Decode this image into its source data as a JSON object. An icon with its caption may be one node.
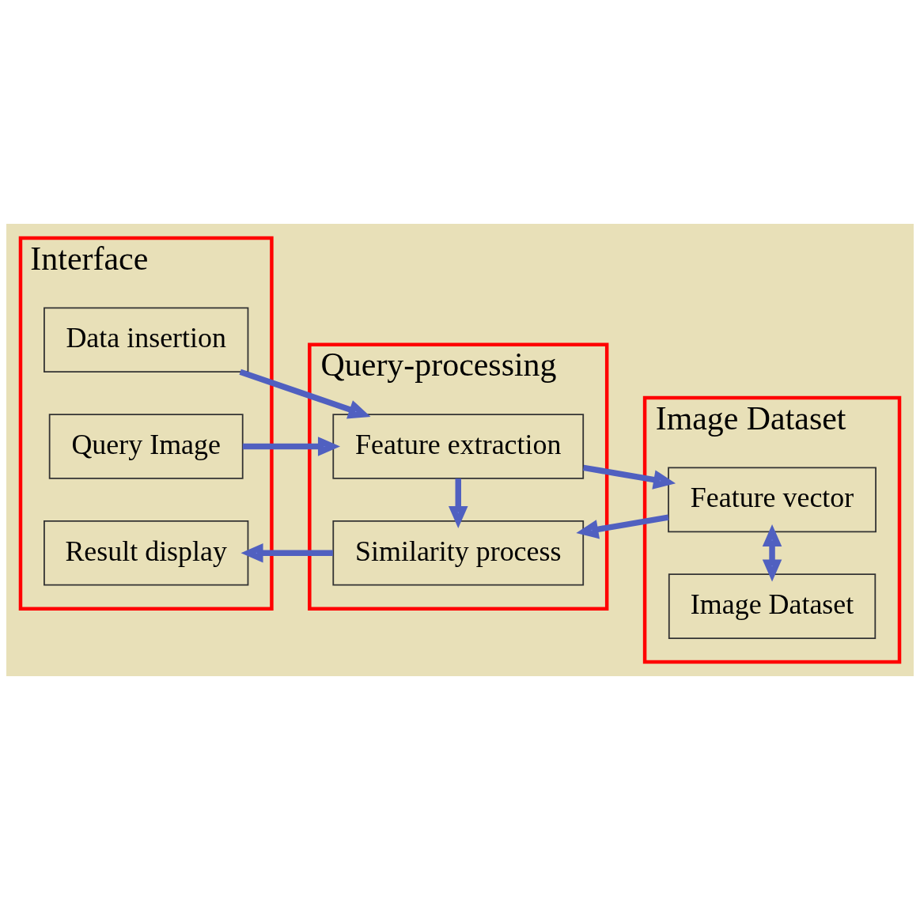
{
  "diagram": {
    "nodes": [
      {
        "text": [
          "Interface"
        ]
      },
      {
        "text": [
          "Data insertion"
        ],
        "in": 0
      },
      {
        "text": [
          "Query Image"
        ],
        "in": 0
      },
      {
        "text": [
          "Result display"
        ],
        "in": 0
      },
      {
        "text": [
          "Query-processing"
        ]
      },
      {
        "text": [
          "Feature extraction"
        ],
        "in": 4
      },
      {
        "text": [
          "Similarity process"
        ],
        "in": 4
      },
      {
        "text": [
          "Image Dataset"
        ]
      },
      {
        "text": [
          "Feature vector"
        ],
        "in": 7
      },
      {
        "text": [
          "Image Dataset"
        ],
        "in": 7
      }
    ],
    "edges": [
      {
        "from": 1,
        "to": 5,
        "arrow": "to"
      },
      {
        "from": 2,
        "to": 5,
        "arrow": "to"
      },
      {
        "from": 5,
        "to": 8,
        "arrow": "to"
      },
      {
        "from": 5,
        "to": 6,
        "arrow": "to"
      },
      {
        "from": 8,
        "to": 6,
        "arrow": "to"
      },
      {
        "from": 8,
        "to": 9,
        "arrow": "both"
      },
      {
        "from": 6,
        "to": 3,
        "arrow": "to"
      }
    ]
  }
}
